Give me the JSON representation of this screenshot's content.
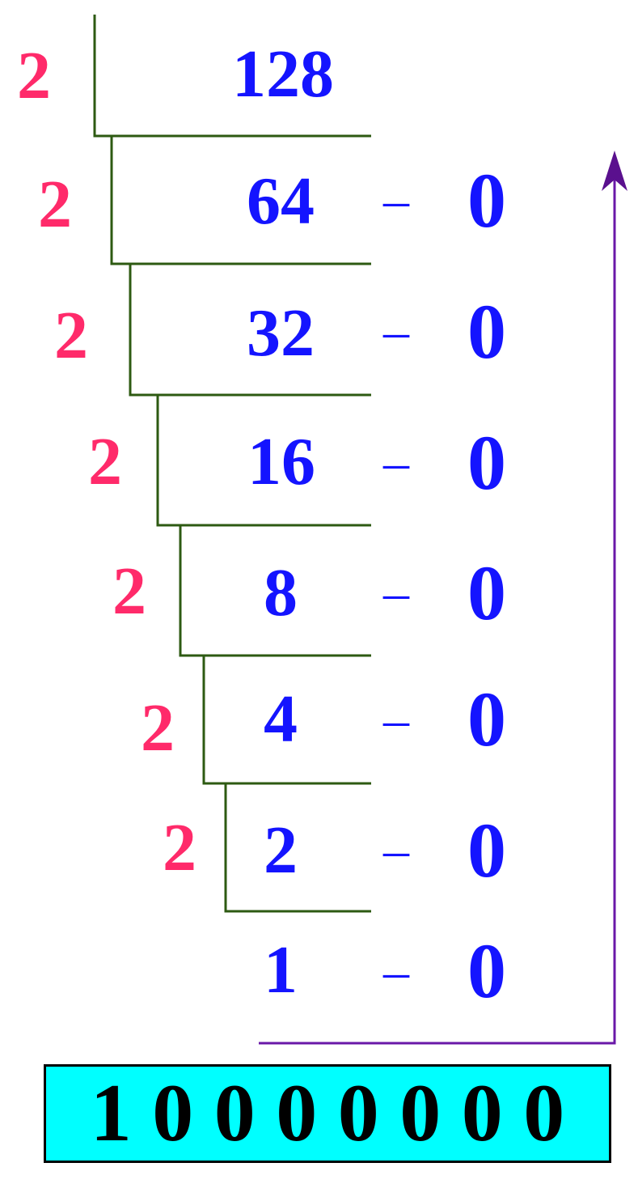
{
  "divisor": "2",
  "steps": [
    {
      "value": "128",
      "remainder": ""
    },
    {
      "value": "64",
      "remainder": "0"
    },
    {
      "value": "32",
      "remainder": "0"
    },
    {
      "value": "16",
      "remainder": "0"
    },
    {
      "value": "8",
      "remainder": "0"
    },
    {
      "value": "4",
      "remainder": "0"
    },
    {
      "value": "2",
      "remainder": "0"
    },
    {
      "value": "1",
      "remainder": "0"
    }
  ],
  "dash": "–",
  "result": "1 0 0 0 0 0 0 0",
  "colors": {
    "divisor": "#ff2a6a",
    "value": "#1414ff",
    "bracket": "#2d5a12",
    "arrow": "#6a18a8",
    "result_bg": "#00ffff",
    "result_text": "#000000"
  }
}
